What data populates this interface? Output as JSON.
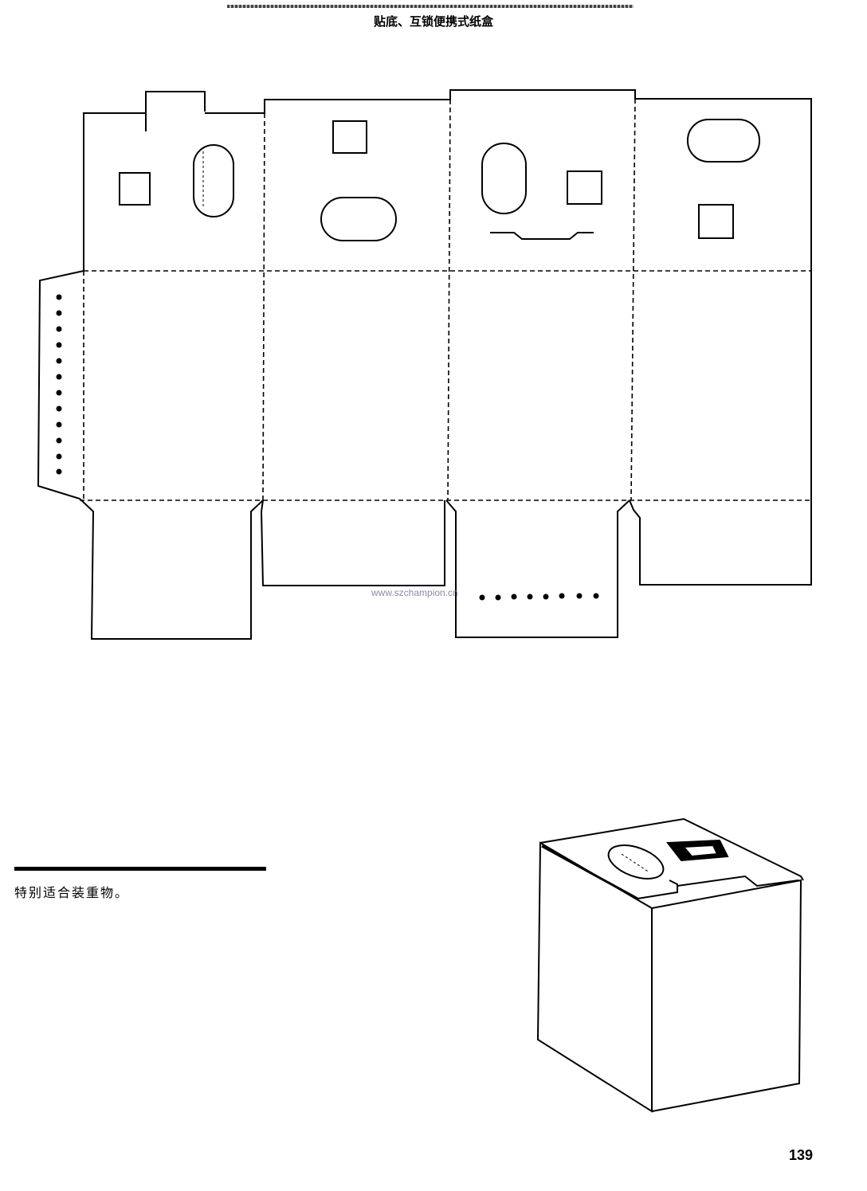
{
  "header": {
    "title": "贴底、互锁便携式纸盒"
  },
  "diagram": {
    "watermark": "www.szchampion.cn",
    "line_color": "#000000"
  },
  "caption": {
    "text": "特别适合装重物。"
  },
  "footer": {
    "page_number": "139"
  }
}
